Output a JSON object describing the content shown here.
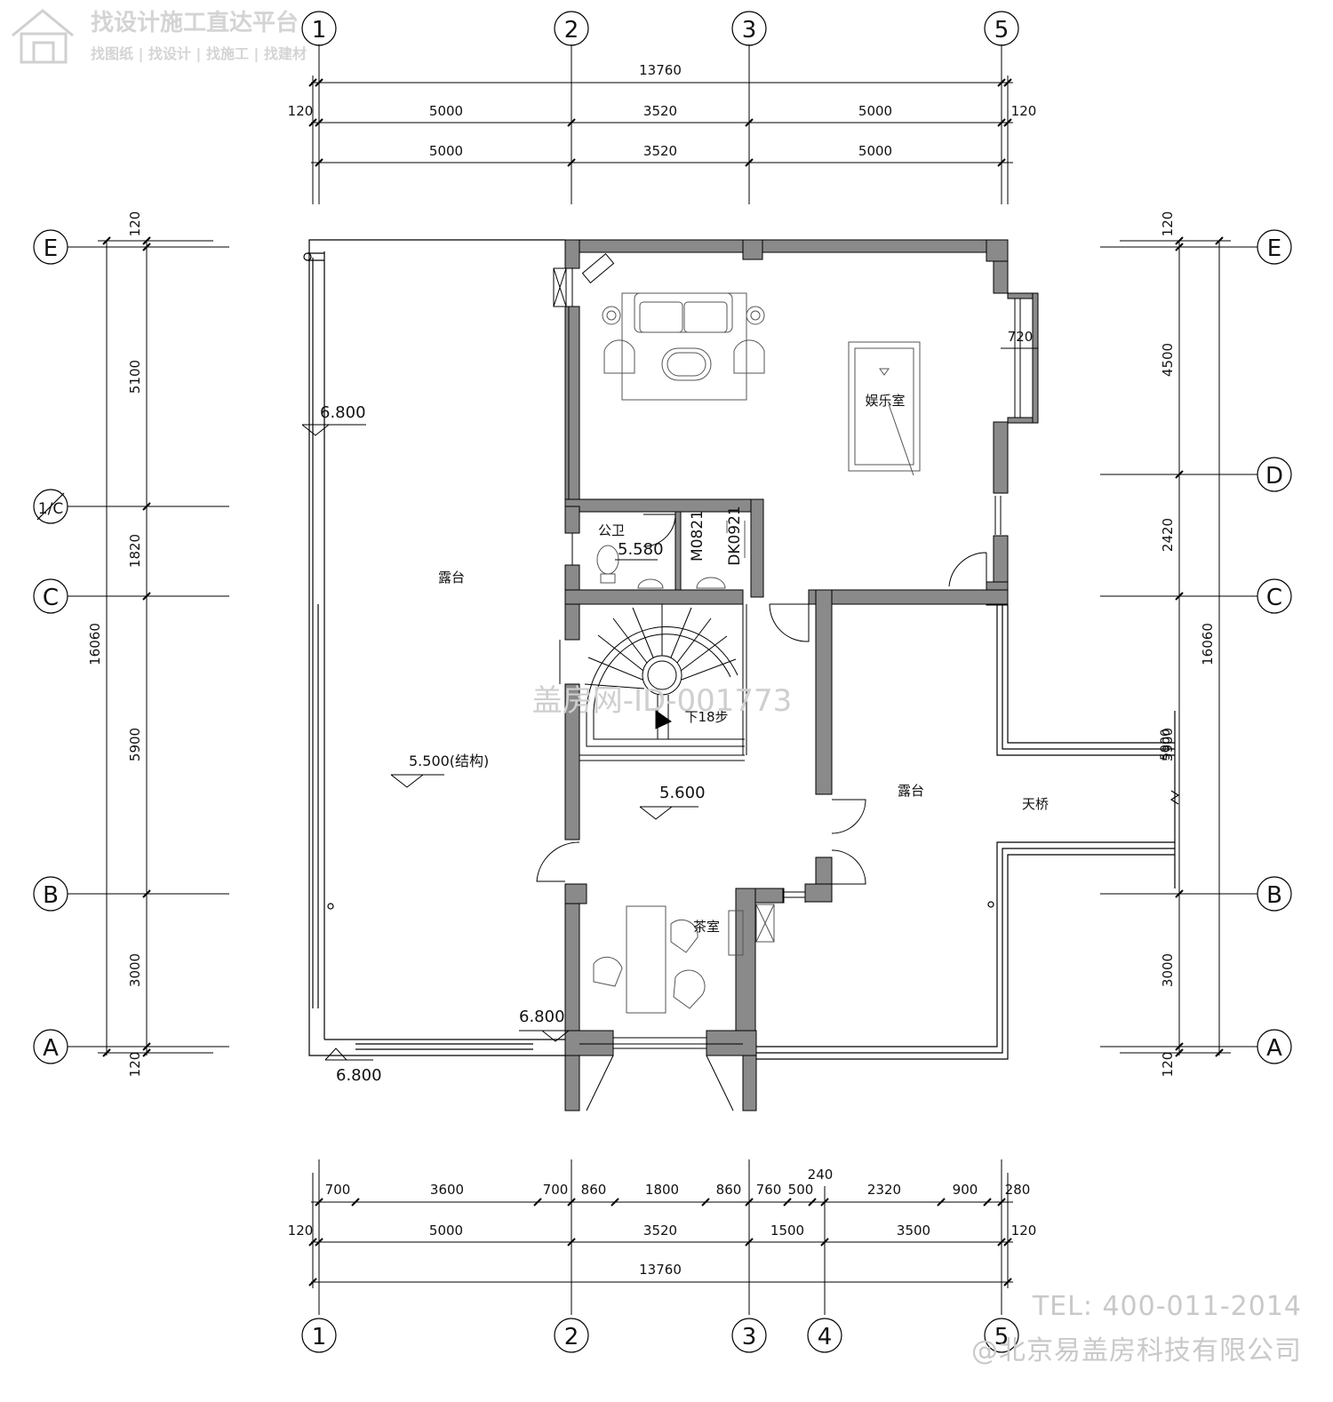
{
  "watermark_top": {
    "title": "找设计施工直达平台",
    "subtitle": "找图纸 | 找设计 | 找施工 | 找建材"
  },
  "watermark_center": "盖房网-ID-001773",
  "footer": {
    "tel": "TEL: 400-011-2014",
    "company": "@北京易盖房科技有限公司"
  },
  "top_dims": {
    "total": "13760",
    "left_offset": "120",
    "right_offset": "120",
    "row1": [
      "5000",
      "3520",
      "5000"
    ],
    "row2": [
      "5000",
      "3520",
      "5000"
    ]
  },
  "bottom_dims": {
    "row1": [
      "700",
      "3600",
      "700",
      "860",
      "1800",
      "860",
      "760",
      "500",
      "2320",
      "900",
      "280"
    ],
    "extra": "240",
    "row2": [
      "5000",
      "3520",
      "1500",
      "3500"
    ],
    "left_offset": "120",
    "right_offset": "120",
    "total": "13760"
  },
  "left_dims": {
    "top": "120",
    "segments": [
      "5100",
      "1820",
      "5900",
      "3000"
    ],
    "bottom": "120",
    "total": "16060"
  },
  "right_dims": {
    "top": "120",
    "segments": [
      "4500",
      "2420",
      "5900",
      "3000"
    ],
    "bottom": "120",
    "total": "16060"
  },
  "axes": {
    "top": [
      "1",
      "2",
      "3",
      "5"
    ],
    "bottom": [
      "1",
      "2",
      "3",
      "4",
      "5"
    ],
    "left": [
      "E",
      "1/C",
      "C",
      "B",
      "A"
    ],
    "right": [
      "E",
      "D",
      "C",
      "B",
      "A"
    ]
  },
  "rooms": {
    "entertainment": "娱乐室",
    "toilet": "公卫",
    "terrace_left": "露台",
    "terrace_right": "露台",
    "bridge": "天桥",
    "tea_room": "茶室",
    "stairs": "下18步"
  },
  "labels": {
    "door_m": "M0821",
    "door_dk": "DK0921",
    "bay": "720",
    "bridge_dim": "5900"
  },
  "levels": {
    "l1": "6.800",
    "l2": "5.580",
    "l3": "5.500(结构)",
    "l4": "5.600",
    "l5": "6.800",
    "l6": "6.800"
  }
}
